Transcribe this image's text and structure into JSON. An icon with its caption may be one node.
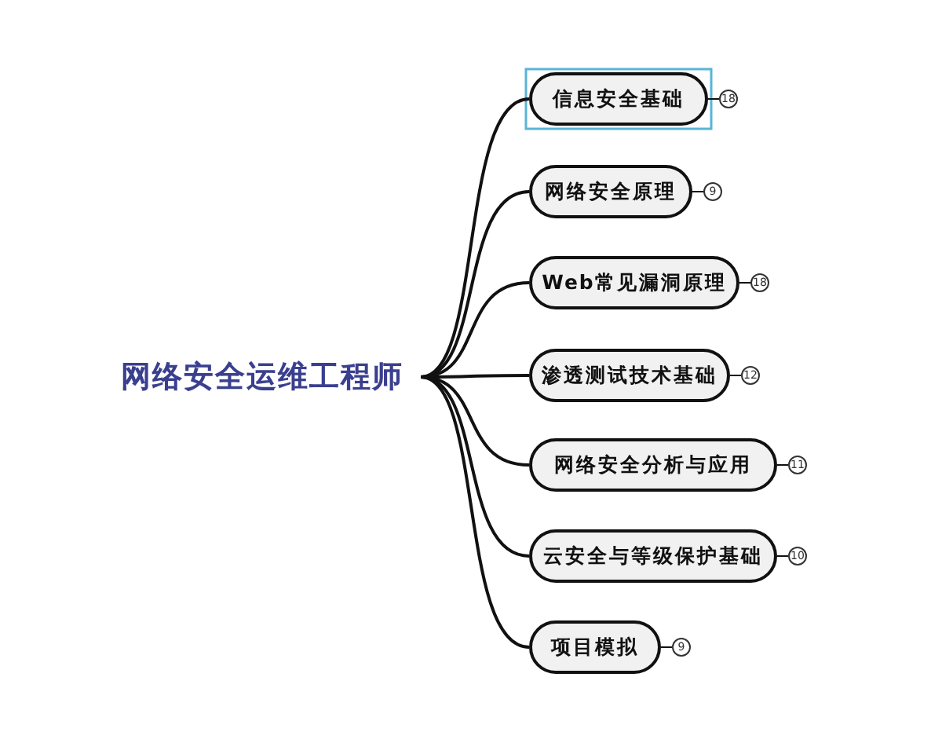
{
  "diagram": {
    "nodes": [
      {
        "text": [
          "网络安全运维工程师"
        ]
      },
      {
        "text": [
          "信息安全基础"
        ]
      },
      {
        "text": [
          "网络安全原理"
        ]
      },
      {
        "text": [
          "Web常见漏洞原理"
        ]
      },
      {
        "text": [
          "渗透测试技术基础"
        ]
      },
      {
        "text": [
          "网络安全分析与应用"
        ]
      },
      {
        "text": [
          "云安全与等级保护基础"
        ]
      },
      {
        "text": [
          "项目模拟"
        ]
      },
      {
        "text": [
          "18"
        ]
      },
      {
        "text": [
          "9"
        ]
      },
      {
        "text": [
          "18"
        ]
      },
      {
        "text": [
          "12"
        ]
      },
      {
        "text": [
          "11"
        ]
      },
      {
        "text": [
          "10"
        ]
      },
      {
        "text": [
          "9"
        ]
      }
    ],
    "edges": [
      {
        "from": 0,
        "to": 1,
        "arrow": "none"
      },
      {
        "from": 0,
        "to": 2,
        "arrow": "none"
      },
      {
        "from": 0,
        "to": 3,
        "arrow": "none"
      },
      {
        "from": 0,
        "to": 4,
        "arrow": "none"
      },
      {
        "from": 0,
        "to": 5,
        "arrow": "none"
      },
      {
        "from": 0,
        "to": 6,
        "arrow": "none"
      },
      {
        "from": 0,
        "to": 7,
        "arrow": "none"
      },
      {
        "from": 1,
        "to": 8,
        "arrow": "none"
      },
      {
        "from": 2,
        "to": 9,
        "arrow": "none"
      },
      {
        "from": 3,
        "to": 10,
        "arrow": "none"
      },
      {
        "from": 4,
        "to": 11,
        "arrow": "none"
      },
      {
        "from": 5,
        "to": 12,
        "arrow": "none"
      },
      {
        "from": 6,
        "to": 13,
        "arrow": "none"
      },
      {
        "from": 7,
        "to": 14,
        "arrow": "none"
      }
    ]
  }
}
